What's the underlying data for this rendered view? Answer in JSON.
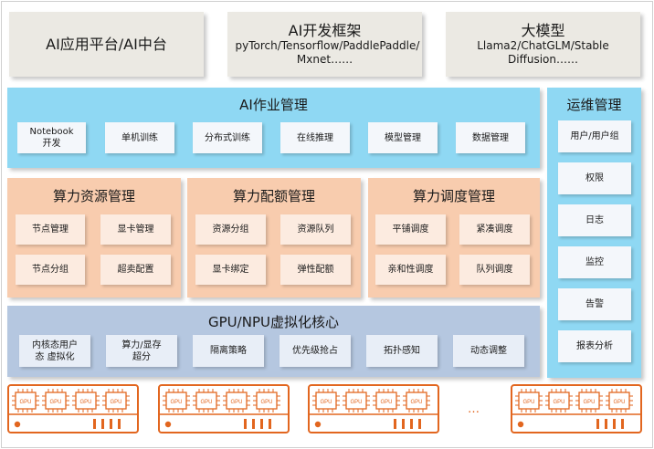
{
  "top": {
    "platform": "AI应用平台/AI中台",
    "frameworks_title": "AI开发框架",
    "frameworks_sub": "pyTorch/Tensorflow/PaddlePaddle/ Mxnet……",
    "models_title": "大模型",
    "models_sub": "Llama2/ChatGLM/Stable Diffusion……"
  },
  "job": {
    "title": "AI作业管理",
    "items": [
      "Notebook 开发",
      "单机训练",
      "分布式训练",
      "在线推理",
      "模型管理",
      "数据管理"
    ]
  },
  "ops": {
    "title": "运维管理",
    "items": [
      "用户/用户组",
      "权限",
      "日志",
      "监控",
      "告警",
      "报表分析"
    ]
  },
  "resource": {
    "title": "算力资源管理",
    "items": [
      "节点管理",
      "显卡管理",
      "节点分组",
      "超卖配置"
    ]
  },
  "quota": {
    "title": "算力配额管理",
    "items": [
      "资源分组",
      "资源队列",
      "显卡绑定",
      "弹性配额"
    ]
  },
  "schedule": {
    "title": "算力调度管理",
    "items": [
      "平铺调度",
      "紧凑调度",
      "亲和性调度",
      "队列调度"
    ]
  },
  "core": {
    "title": "GPU/NPU虚拟化核心",
    "items": [
      "内核态用户态 虚拟化",
      "算力/显存 超分",
      "隔离策略",
      "优先级抢占",
      "拓扑感知",
      "动态调整"
    ]
  },
  "hardware": {
    "gpu_label": "GPU",
    "ellipsis": "…",
    "count": 4,
    "gpus_per_server": 4
  },
  "colors": {
    "job_panel": "#8fd8f3",
    "ops_panel": "#8fd8f3",
    "mgmt_panel": "#f8ccae",
    "core_panel": "#b5c7e0",
    "top_box": "#ebe9e3",
    "hardware": "#e2661f"
  }
}
